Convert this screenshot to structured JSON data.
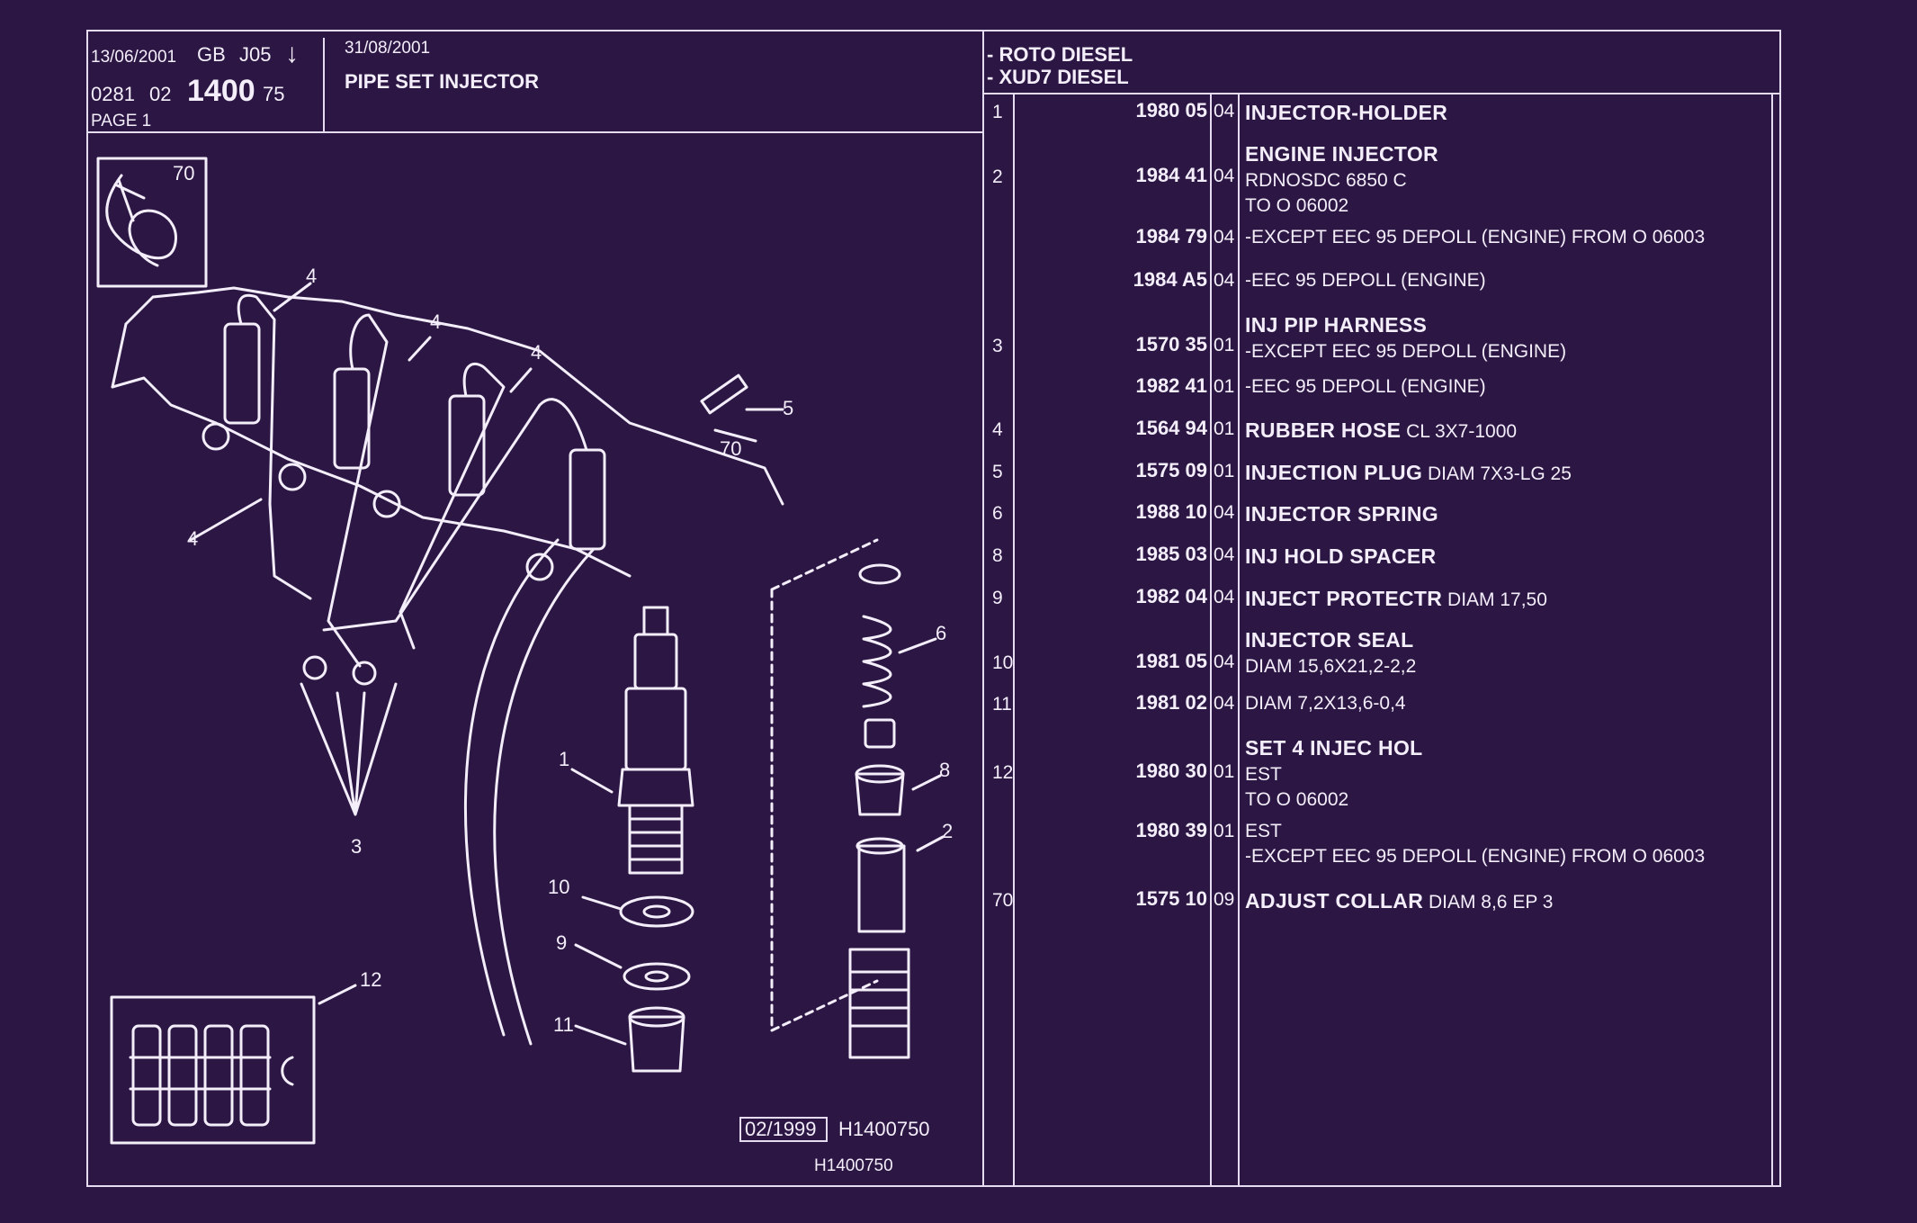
{
  "header": {
    "date_issue": "13/06/2001",
    "lang": "GB",
    "code": "J05",
    "arrow_icon": "down-arrow-icon",
    "ref_prefix": "0281",
    "ref_group": "02",
    "ref_main": "1400",
    "ref_suffix": "75",
    "page": "PAGE 1",
    "date_update": "31/08/2001",
    "title": "PIPE SET INJECTOR",
    "models": [
      "- ROTO DIESEL",
      "- XUD7 DIESEL"
    ]
  },
  "drawing": {
    "callouts": [
      "70",
      "4",
      "4",
      "4",
      "4",
      "5",
      "70",
      "6",
      "1",
      "8",
      "2",
      "3",
      "10",
      "9",
      "11",
      "12"
    ],
    "date_box": "02/1999",
    "ref_code": "H1400750",
    "ref_code_bottom": "H1400750"
  },
  "parts": [
    {
      "idx": "1",
      "ref": "1980 05",
      "qty": "04",
      "lines": [
        {
          "b": "INJECTOR-HOLDER",
          "t": ""
        }
      ]
    },
    {
      "idx": "2",
      "ref": "1984 41",
      "qty": "04",
      "lines": [
        {
          "b": "ENGINE INJECTOR",
          "t": ""
        },
        {
          "b": "",
          "t": "RDNOSDC 6850 C"
        },
        {
          "b": "",
          "t": "TO  O  06002"
        }
      ]
    },
    {
      "idx": "",
      "ref": "1984 79",
      "qty": "04",
      "lines": [
        {
          "b": "",
          "t": "-EXCEPT  EEC 95 DEPOLL (ENGINE) FROM  O  06003"
        }
      ]
    },
    {
      "idx": "",
      "ref": "1984 A5",
      "qty": "04",
      "lines": [
        {
          "b": "",
          "t": "-EEC 95 DEPOLL (ENGINE)"
        }
      ]
    },
    {
      "idx": "3",
      "ref": "1570 35",
      "qty": "01",
      "lines": [
        {
          "b": "INJ PIP HARNESS",
          "t": ""
        },
        {
          "b": "",
          "t": "-EXCEPT  EEC 95 DEPOLL (ENGINE)"
        }
      ]
    },
    {
      "idx": "",
      "ref": "1982 41",
      "qty": "01",
      "lines": [
        {
          "b": "",
          "t": "-EEC 95 DEPOLL (ENGINE)"
        }
      ]
    },
    {
      "idx": "4",
      "ref": "1564 94",
      "qty": "01",
      "lines": [
        {
          "b": "RUBBER HOSE",
          "t": " CL 3X7-1000"
        }
      ]
    },
    {
      "idx": "5",
      "ref": "1575 09",
      "qty": "01",
      "lines": [
        {
          "b": "INJECTION PLUG",
          "t": " DIAM 7X3-LG 25"
        }
      ]
    },
    {
      "idx": "6",
      "ref": "1988 10",
      "qty": "04",
      "lines": [
        {
          "b": "INJECTOR SPRING",
          "t": ""
        }
      ]
    },
    {
      "idx": "8",
      "ref": "1985 03",
      "qty": "04",
      "lines": [
        {
          "b": "INJ HOLD SPACER",
          "t": ""
        }
      ]
    },
    {
      "idx": "9",
      "ref": "1982 04",
      "qty": "04",
      "lines": [
        {
          "b": "INJECT PROTECTR",
          "t": " DIAM 17,50"
        }
      ]
    },
    {
      "idx": "10",
      "ref": "1981 05",
      "qty": "04",
      "lines": [
        {
          "b": "INJECTOR SEAL",
          "t": ""
        },
        {
          "b": "",
          "t": "DIAM 15,6X21,2-2,2"
        }
      ]
    },
    {
      "idx": "11",
      "ref": "1981 02",
      "qty": "04",
      "lines": [
        {
          "b": "",
          "t": "DIAM 7,2X13,6-0,4"
        }
      ]
    },
    {
      "idx": "12",
      "ref": "1980 30",
      "qty": "01",
      "lines": [
        {
          "b": "SET 4 INJEC HOL",
          "t": ""
        },
        {
          "b": "",
          "t": "EST"
        },
        {
          "b": "",
          "t": "TO  O  06002"
        }
      ]
    },
    {
      "idx": "",
      "ref": "1980 39",
      "qty": "01",
      "lines": [
        {
          "b": "",
          "t": "EST"
        },
        {
          "b": "",
          "t": "-EXCEPT  EEC 95 DEPOLL (ENGINE) FROM  O  06003"
        }
      ]
    },
    {
      "idx": "70",
      "ref": "1575 10",
      "qty": "09",
      "lines": [
        {
          "b": "ADJUST COLLAR",
          "t": " DIAM 8,6 EP 3"
        }
      ]
    }
  ],
  "colors": {
    "background": "#2c1644",
    "ink": "#f3eefa"
  }
}
